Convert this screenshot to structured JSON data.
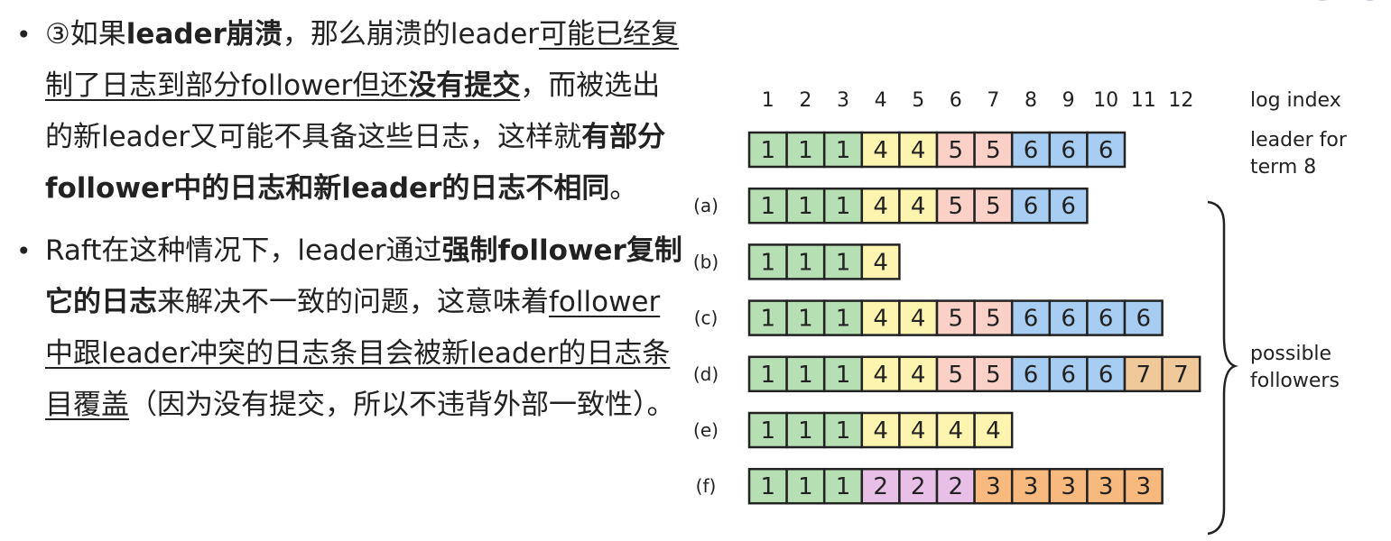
{
  "text": {
    "b1_p1": "③如果",
    "b1_p2": "leader崩溃",
    "b1_p3": "，那么崩溃的leader",
    "b1_p4": "可能已经复制了日志到部分follower但还",
    "b1_p5": "没有提交",
    "b1_p6": "，而被选出的新leader又可能不具备这些日志，这样就",
    "b1_p7": "有部分follower中的日志和新leader的日志不相同",
    "b1_p8": "。",
    "b2_p1": "Raft在这种情况下，leader通过",
    "b2_p2": "强制follower复制它的日志",
    "b2_p3": "来解决不一致的问题，这意味着",
    "b2_p4": "follower中跟leader冲突的日志条目会被新leader的日志条目覆盖",
    "b2_p5": "（因为没有提交，所以不违背外部一致性）。"
  },
  "diagram": {
    "log_index_label": "log index",
    "indices": [
      "1",
      "2",
      "3",
      "4",
      "5",
      "6",
      "7",
      "8",
      "9",
      "10",
      "11",
      "12"
    ],
    "leader_label_line1": "leader for",
    "leader_label_line2": "term 8",
    "followers_label_line1": "possible",
    "followers_label_line2": "followers",
    "term_colors": {
      "1": "#b7dfb4",
      "2": "#e8bfe6",
      "3": "#f7b97d",
      "4": "#fdf4b0",
      "5": "#fbd0c6",
      "6": "#a8cdf2",
      "7": "#f0c99b"
    },
    "rows": [
      {
        "label": "",
        "entries": [
          1,
          1,
          1,
          4,
          4,
          5,
          5,
          6,
          6,
          6
        ]
      },
      {
        "label": "(a)",
        "entries": [
          1,
          1,
          1,
          4,
          4,
          5,
          5,
          6,
          6
        ]
      },
      {
        "label": "(b)",
        "entries": [
          1,
          1,
          1,
          4
        ]
      },
      {
        "label": "(c)",
        "entries": [
          1,
          1,
          1,
          4,
          4,
          5,
          5,
          6,
          6,
          6,
          6
        ]
      },
      {
        "label": "(d)",
        "entries": [
          1,
          1,
          1,
          4,
          4,
          5,
          5,
          6,
          6,
          6,
          7,
          7
        ]
      },
      {
        "label": "(e)",
        "entries": [
          1,
          1,
          1,
          4,
          4,
          4,
          4
        ]
      },
      {
        "label": "(f)",
        "entries": [
          1,
          1,
          1,
          2,
          2,
          2,
          3,
          3,
          3,
          3,
          3
        ]
      }
    ]
  }
}
